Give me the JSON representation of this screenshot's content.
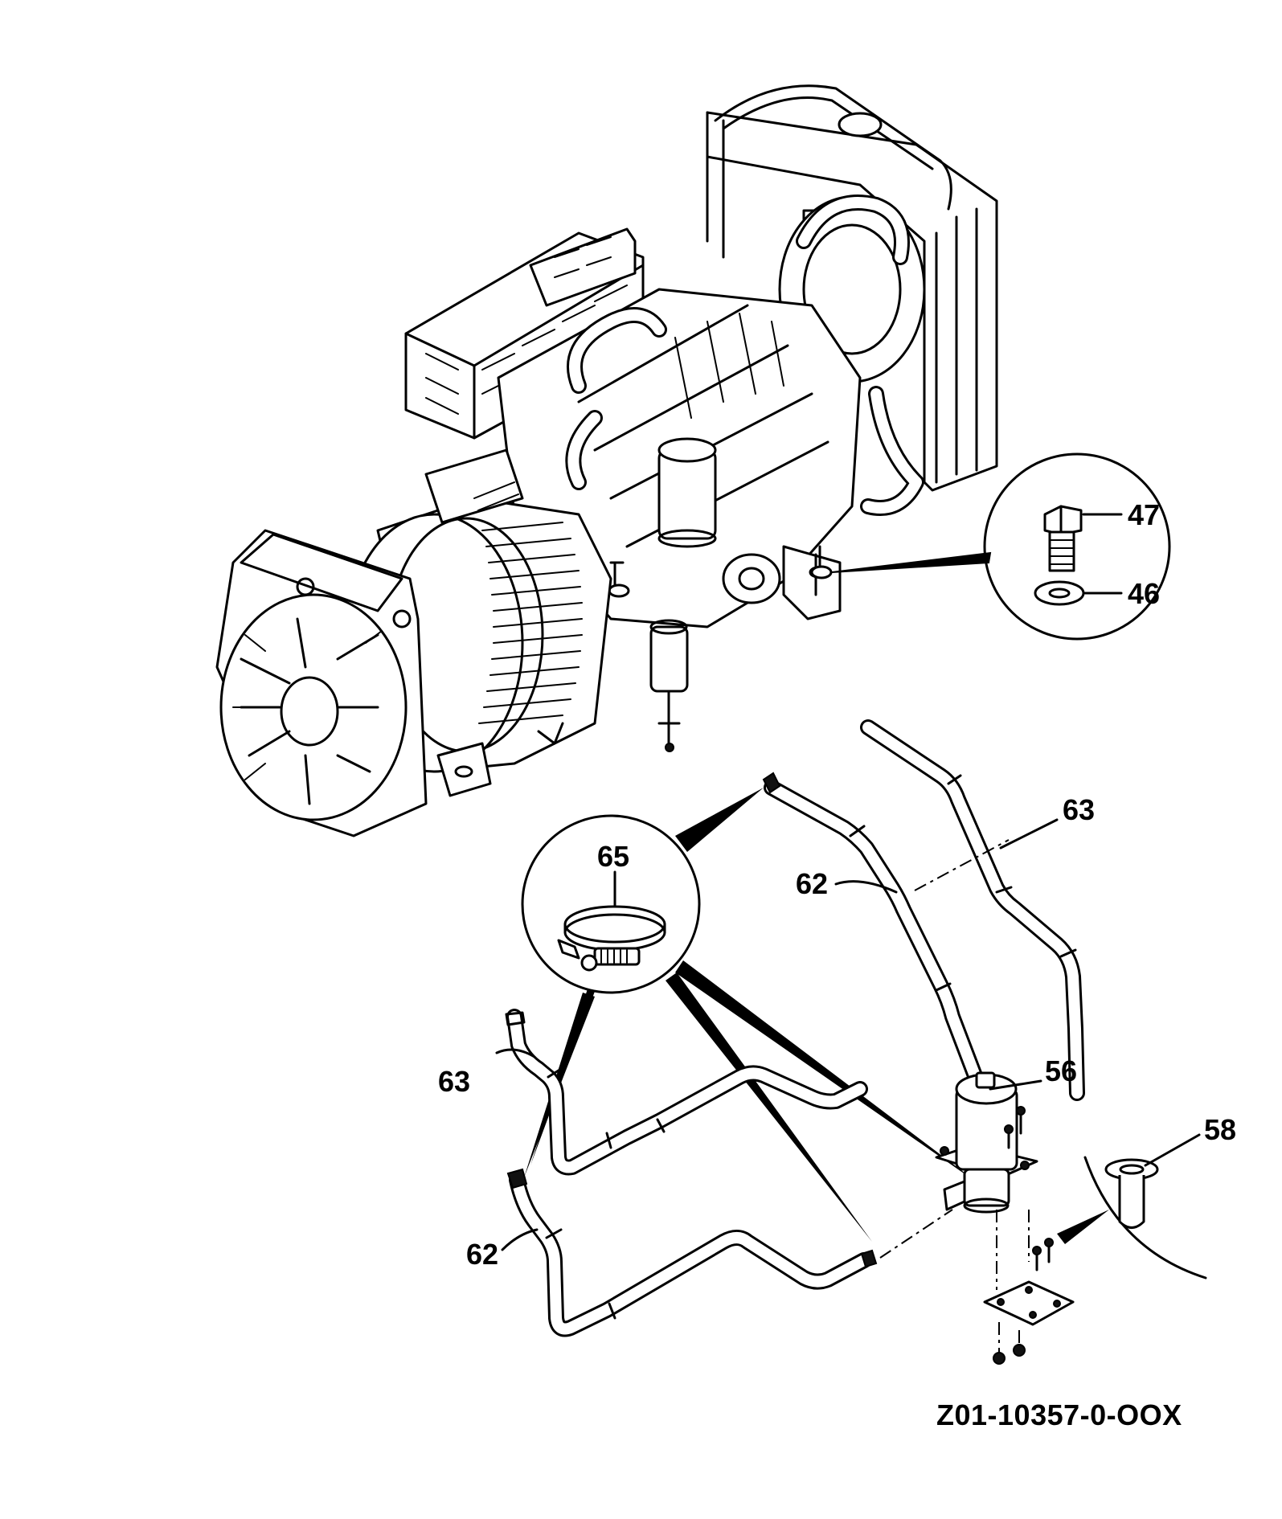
{
  "callouts": {
    "p47": "47",
    "p46": "46",
    "p65": "65",
    "p63_upper": "63",
    "p62_upper": "62",
    "p63_lower": "63",
    "p62_lower": "62",
    "p56": "56",
    "p58": "58"
  },
  "drawing_number": "Z01-10357-0-OOX"
}
